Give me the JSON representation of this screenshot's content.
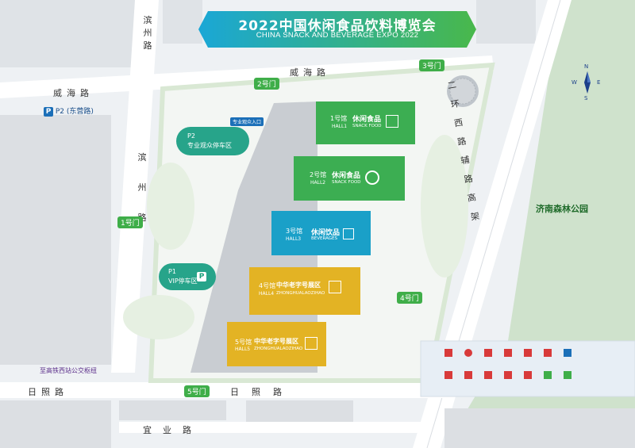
{
  "title": {
    "cn": "2022中国休闲食品饮料博览会",
    "en": "CHINA SNACK AND BEVERAGE EXPO 2022"
  },
  "roads": {
    "weihai": "威海路",
    "binzhou": "滨州路",
    "rizhao": "日照路",
    "yiye": "宜业路",
    "huanxi": "二环西路辅路高架",
    "weihai_left": "威海路",
    "binzhou_left": "滨州路",
    "rizhao_left": "日照路"
  },
  "gates": {
    "g1": "1号门",
    "g2": "2号门",
    "g3": "3号门",
    "g4": "4号门",
    "g5": "5号门"
  },
  "parking": {
    "p2_label": "P2 (东营路)",
    "p2_badge": "P",
    "p2_lot": "专业观众停车区",
    "p2_lot_code": "P2",
    "p1_lot": "VIP停车区",
    "p1_lot_code": "P1",
    "pro_entrance": "专业观众入口"
  },
  "park": "济南森林公园",
  "bus": "至高铁西站公交枢纽",
  "halls": [
    {
      "num": "1号馆",
      "en": "HALL1",
      "cn": "休闲食品",
      "sub": "SNACK FOOD"
    },
    {
      "num": "2号馆",
      "en": "HALL2",
      "cn": "休闲食品",
      "sub": "SNACK FOOD"
    },
    {
      "num": "3号馆",
      "en": "HALL3",
      "cn": "休闲饮品",
      "sub": "BEVERAGES"
    },
    {
      "num": "4号馆",
      "en": "HALL4",
      "cn": "中华老字号展区",
      "sub": "ZHONGHUALAOZIHAO"
    },
    {
      "num": "5号馆",
      "en": "HALL5",
      "cn": "中华老字号展区",
      "sub": "ZHONGHUALAOZIHAO"
    }
  ],
  "compass": {
    "n": "N",
    "s": "S",
    "e": "E",
    "w": "W"
  },
  "colors": {
    "banner_start": "#1aa7d6",
    "banner_end": "#49b84b",
    "hall1": "#3cae52",
    "hall2": "#3cae52",
    "hall3": "#1aa0c8",
    "hall4": "#e3b324",
    "hall5": "#e3b324",
    "park": "#cfe2cc",
    "gate": "#3fae49",
    "parking": "#27a48a"
  }
}
